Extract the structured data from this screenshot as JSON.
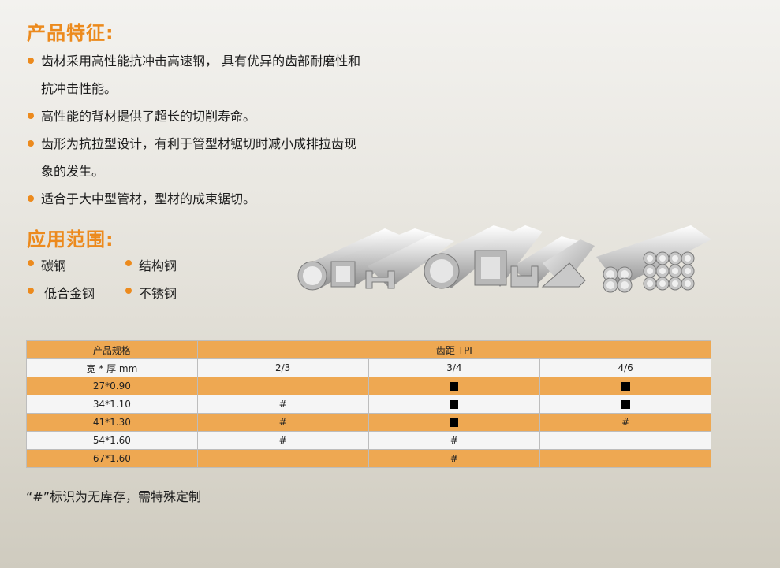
{
  "features": {
    "title": "产品特征:",
    "items": [
      [
        "齿材采用高性能抗冲击高速钢， 具有优异的齿部耐磨性和",
        "抗冲击性能。"
      ],
      [
        "高性能的背材提供了超长的切削寿命。"
      ],
      [
        "齿形为抗拉型设计，有利于管型材锯切时减小成排拉齿现",
        "象的发生。"
      ],
      [
        "适合于大中型管材，型材的成束锯切。"
      ]
    ]
  },
  "applications": {
    "title": "应用范围:",
    "items": [
      "碳钢",
      "结构钢",
      "低合金钢",
      "不锈钢"
    ]
  },
  "table": {
    "header_spec": "产品规格",
    "header_tpi": "齿距 TPI",
    "sub_spec": "宽 * 厚 mm",
    "tpi_cols": [
      "2/3",
      "3/4",
      "4/6"
    ],
    "rows": [
      {
        "size": "27*0.90",
        "cells": [
          "",
          "■",
          "■"
        ]
      },
      {
        "size": "34*1.10",
        "cells": [
          "#",
          "■",
          "■"
        ]
      },
      {
        "size": "41*1.30",
        "cells": [
          "#",
          "■",
          "#"
        ]
      },
      {
        "size": "54*1.60",
        "cells": [
          "#",
          "#",
          ""
        ]
      },
      {
        "size": "67*1.60",
        "cells": [
          "",
          "#",
          ""
        ]
      }
    ]
  },
  "note": "“#”标识为无库存，需特殊定制",
  "colors": {
    "accent": "#ec8a1d",
    "table_orange": "#eea852",
    "table_white": "#f5f5f5"
  }
}
